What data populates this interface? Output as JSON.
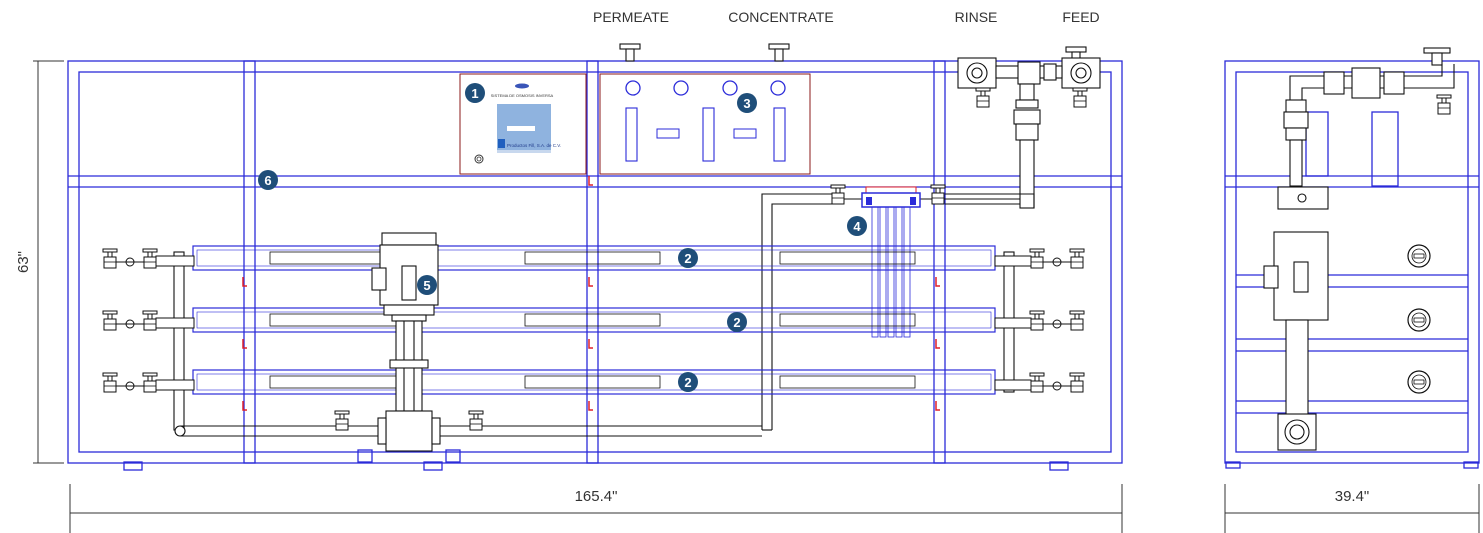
{
  "labels": {
    "permeate": "PERMEATE",
    "concentrate": "CONCENTRATE",
    "rinse": "RINSE",
    "feed": "FEED"
  },
  "dimensions": {
    "height": "63\"",
    "front_width": "165.4\"",
    "side_width": "39.4\""
  },
  "panel": {
    "title": "SISTEMA DE OSMOSIS INVERSA",
    "brand": "Productos Fill, S.A. de C.V."
  },
  "callouts": [
    "1",
    "2",
    "2",
    "2",
    "3",
    "4",
    "5",
    "6"
  ],
  "colors": {
    "frame": "#2b2bd9",
    "line": "#111111",
    "badge": "#1f4e79",
    "accent": "#e0202a",
    "panel_border": "#8b1a1a"
  }
}
